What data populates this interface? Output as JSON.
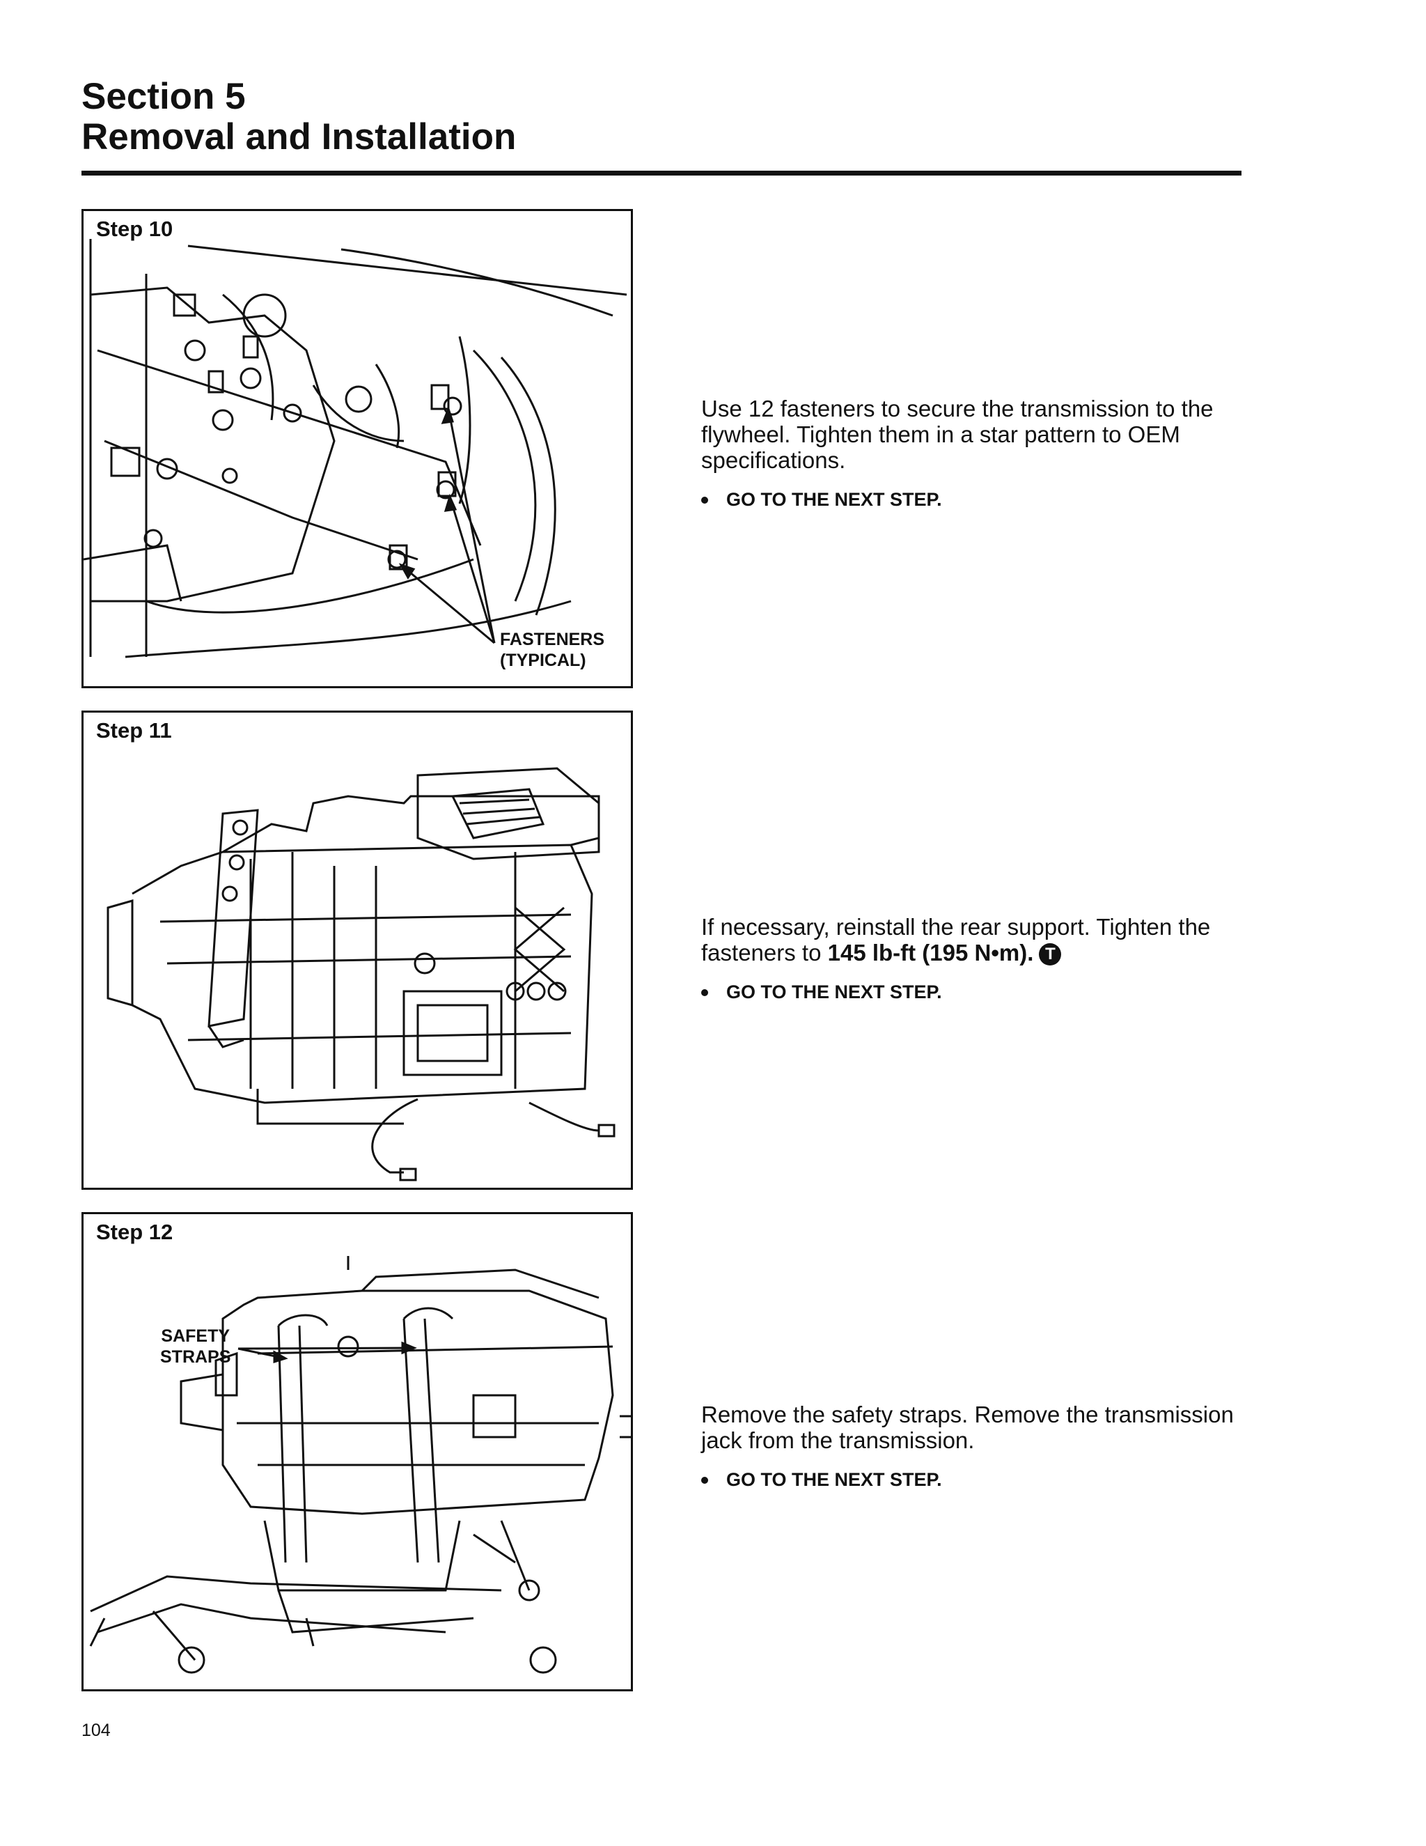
{
  "header": {
    "section": "Section 5",
    "title": "Removal and Installation"
  },
  "steps": [
    {
      "label": "Step 10",
      "callouts": [
        "FASTENERS",
        "(TYPICAL)"
      ],
      "text": "Use 12 fasteners to secure the transmission to the flywheel. Tighten them in a star pattern to OEM specifications.",
      "bullet": "GO TO THE NEXT STEP."
    },
    {
      "label": "Step 11",
      "text_before": "If necessary, reinstall the rear support. Tighten the fasteners to ",
      "text_bold": "145 lb-ft (195 N•m).",
      "torque_icon": "T",
      "bullet": "GO TO THE NEXT STEP."
    },
    {
      "label": "Step 12",
      "callouts": [
        "SAFETY",
        "STRAPS"
      ],
      "text": "Remove the safety straps. Remove the transmission jack from the transmission.",
      "bullet": "GO TO THE NEXT STEP."
    }
  ],
  "page_number": "104"
}
